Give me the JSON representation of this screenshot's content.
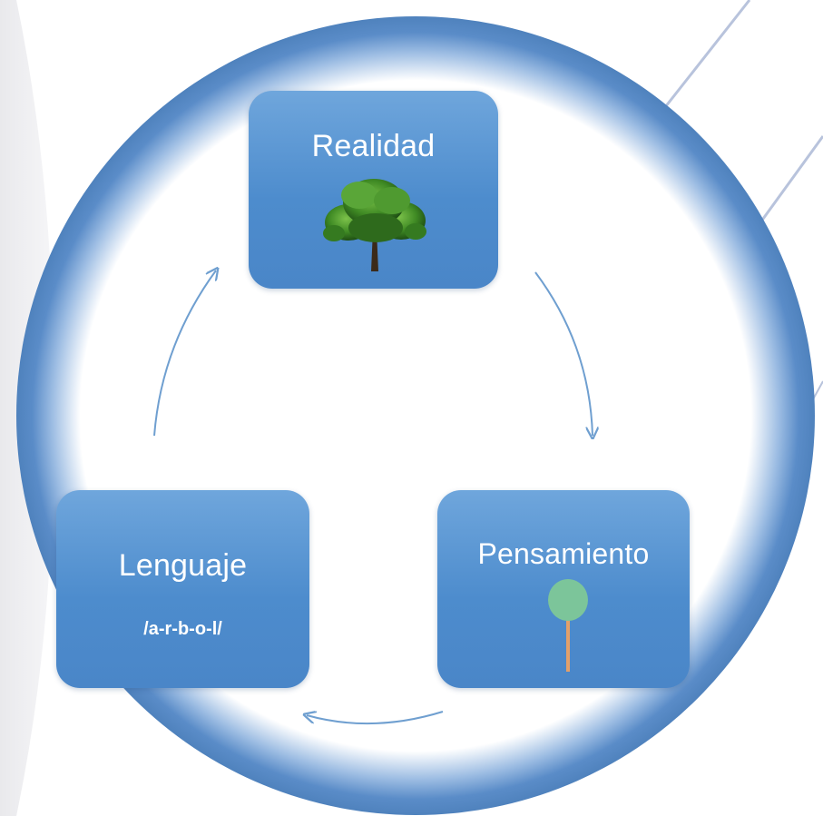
{
  "diagram": {
    "type": "cycle",
    "nodes": {
      "realidad": {
        "title": "Realidad",
        "icon": "photo-tree-icon"
      },
      "pensamiento": {
        "title": "Pensamiento",
        "icon": "simple-tree-icon"
      },
      "lenguaje": {
        "title": "Lenguaje",
        "subtitle": "/a-r-b-o-l/"
      }
    },
    "edges": [
      {
        "from": "realidad",
        "to": "pensamiento"
      },
      {
        "from": "pensamiento",
        "to": "lenguaje"
      },
      {
        "from": "lenguaje",
        "to": "realidad"
      }
    ]
  },
  "colors": {
    "ring": "#4f82bd",
    "node_fill": "#5b9bd5",
    "arrow": "#6f9fd0",
    "text": "#ffffff",
    "deco_line": "#b8c3dc"
  }
}
